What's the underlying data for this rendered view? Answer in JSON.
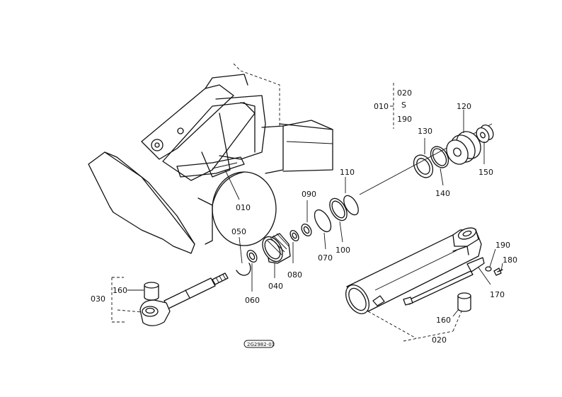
{
  "diagram": {
    "labels": {
      "p010_range_top": "020",
      "p010_range_mid": "S",
      "p010_range_bottom": "190",
      "p010_group": "010",
      "p010_loader": "010",
      "p020": "020",
      "p030": "030",
      "p040": "040",
      "p050": "050",
      "p060": "060",
      "p070": "070",
      "p080": "080",
      "p090": "090",
      "p100": "100",
      "p110": "110",
      "p120": "120",
      "p130": "130",
      "p140": "140",
      "p150": "150",
      "p160_a": "160",
      "p160_b": "160",
      "p170": "170",
      "p180": "180",
      "p190": "190"
    },
    "drawing_ref": "2G2982-01"
  }
}
